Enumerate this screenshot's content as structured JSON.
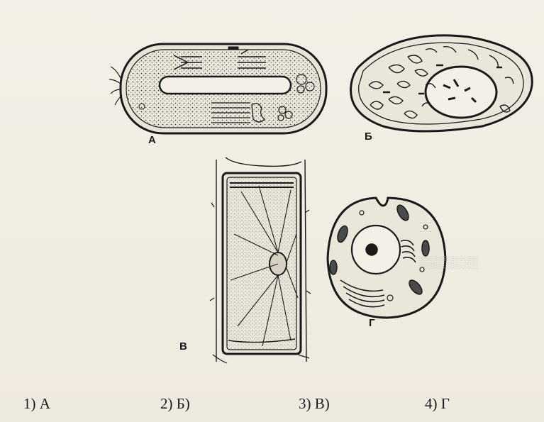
{
  "labels": {
    "a": "А",
    "b": "Б",
    "v": "В",
    "g": "Г"
  },
  "options": [
    {
      "num": "1)",
      "text": "А"
    },
    {
      "num": "2)",
      "text": "Б)"
    },
    {
      "num": "3)",
      "text": "В)"
    },
    {
      "num": "4)",
      "text": "Г"
    }
  ],
  "colors": {
    "ink": "#1a1a1a",
    "paper": "#f3efe6"
  }
}
